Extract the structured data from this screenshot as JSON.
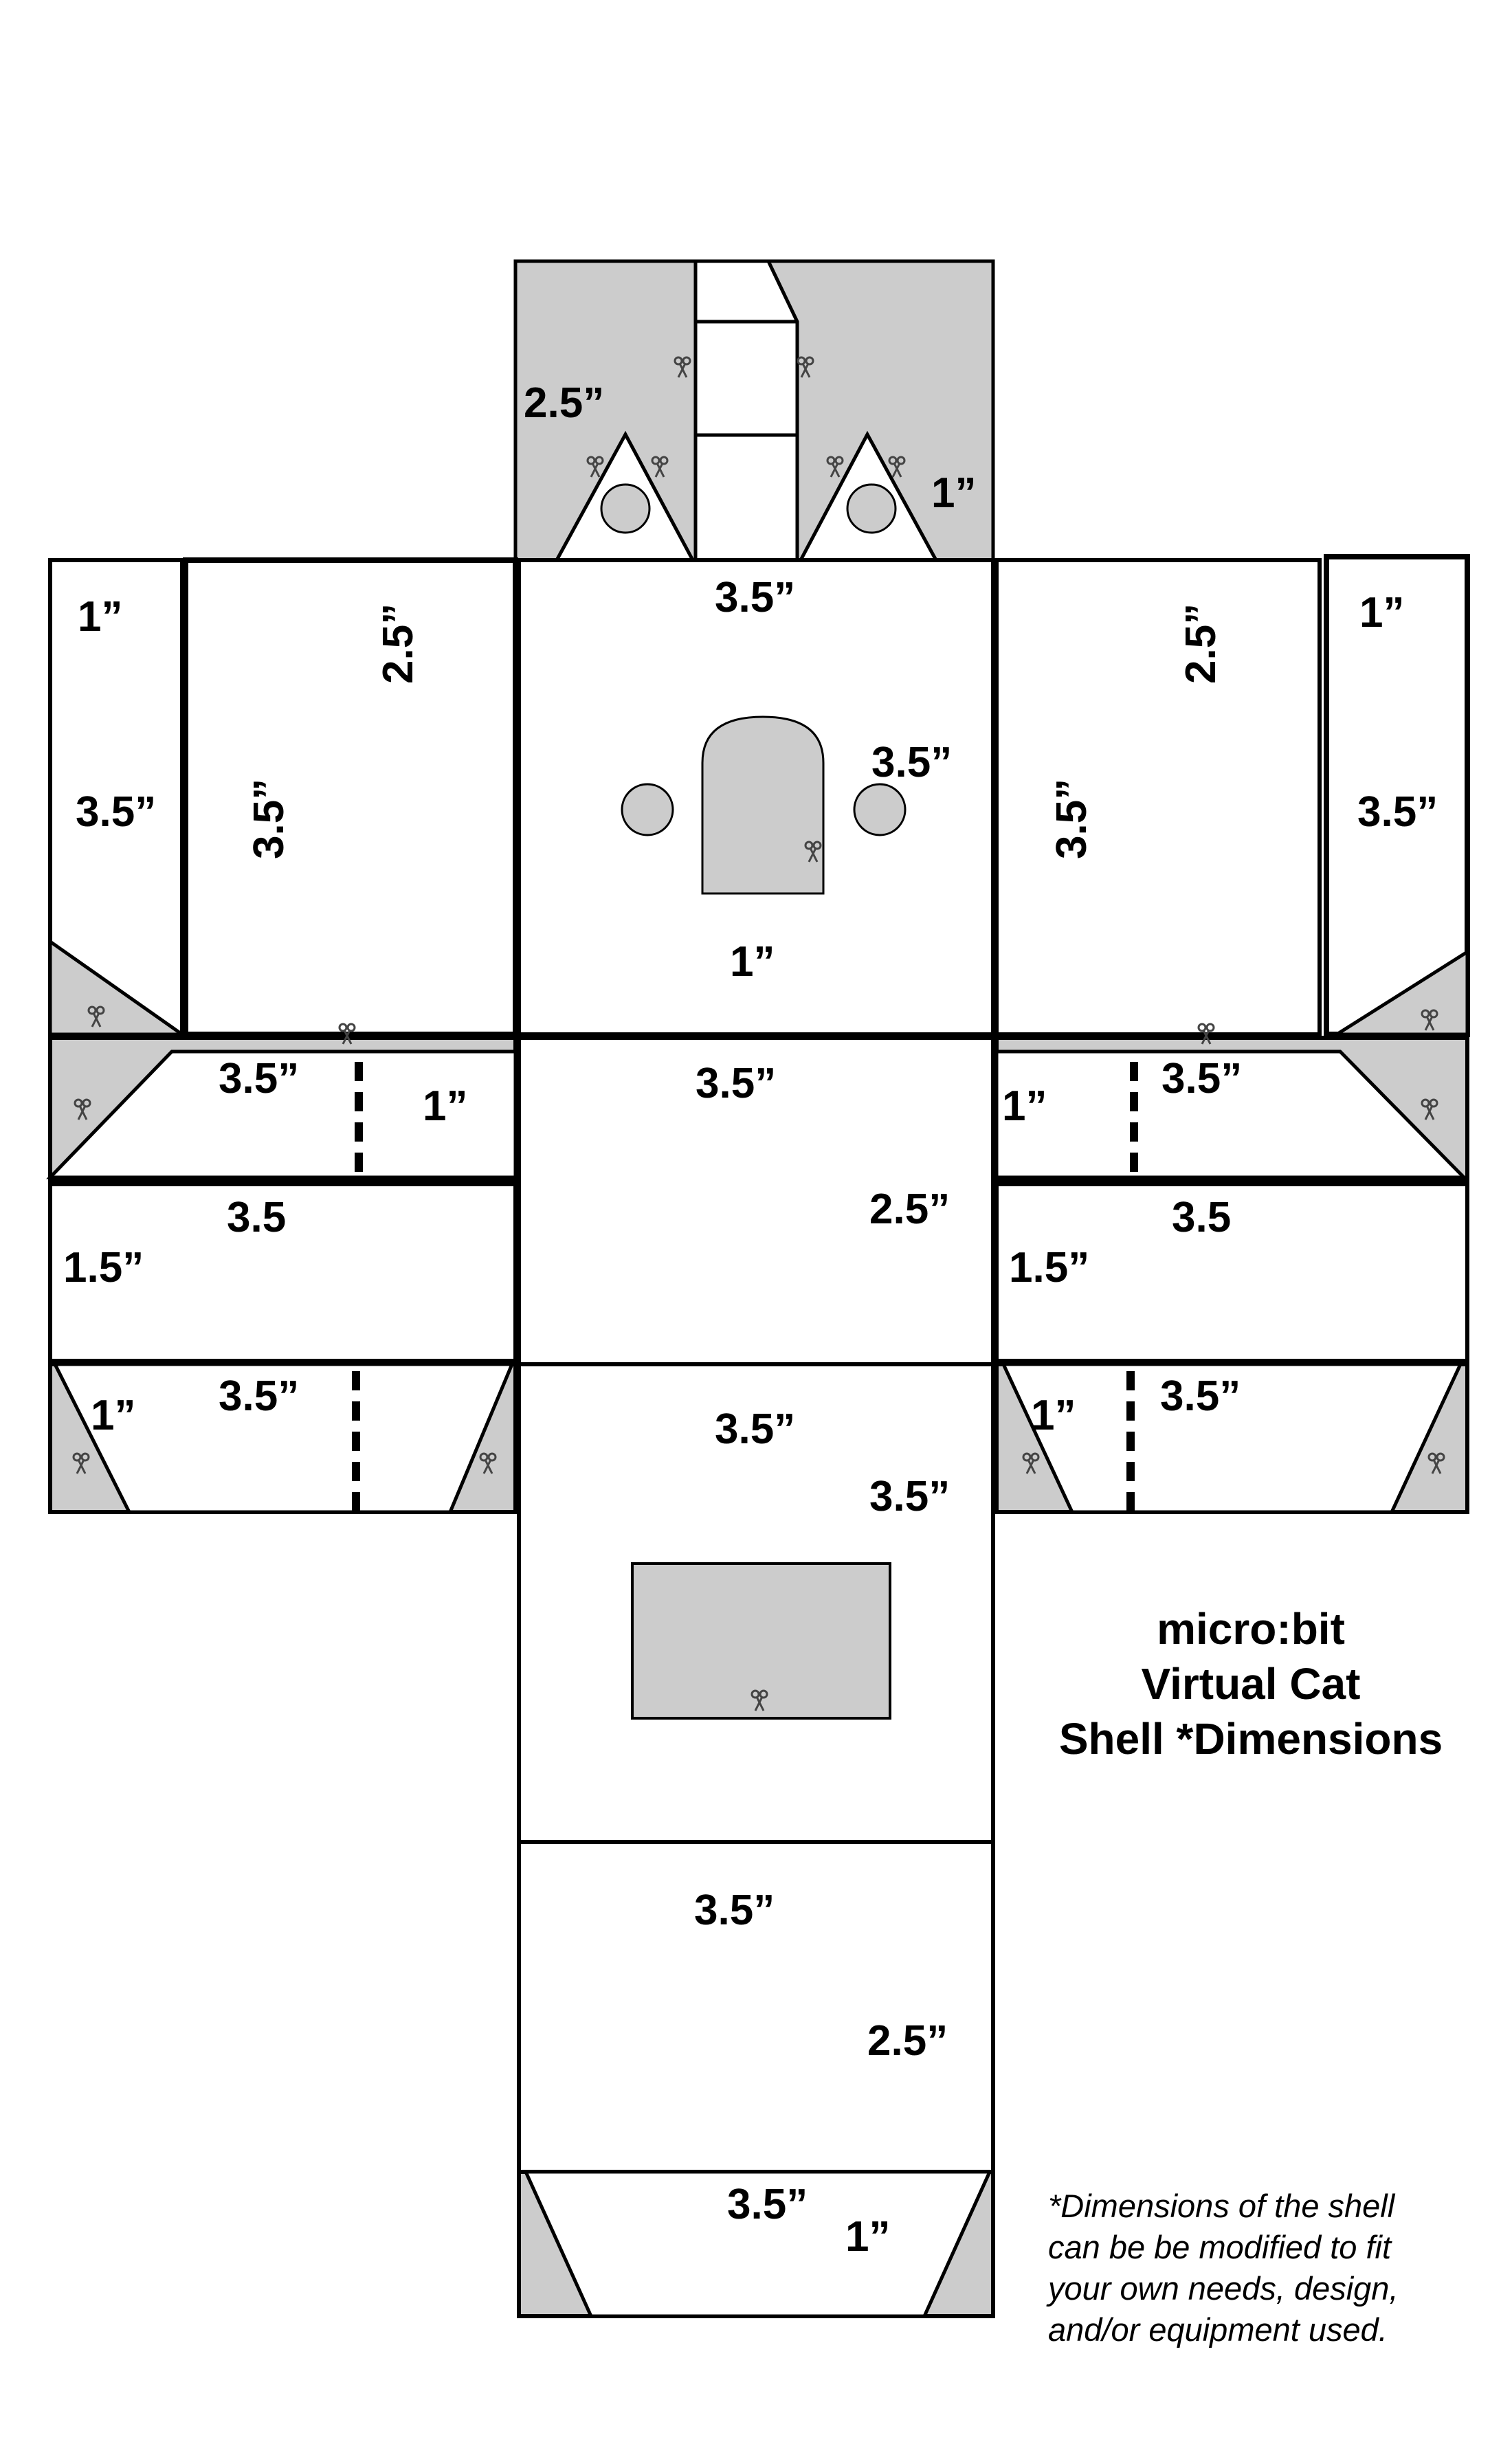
{
  "title": {
    "lines": [
      "micro:bit",
      "Virtual Cat",
      "Shell *Dimensions"
    ]
  },
  "note": {
    "lines": [
      "*Dimensions of the shell",
      "can be be modified to fit",
      "your own needs, design,",
      "and/or equipment used."
    ]
  },
  "labels": {
    "top_flap_side": "2.5”",
    "top_flap_width": "1”",
    "face_top": "3.5”",
    "face_right": "3.5”",
    "face_bottom": "1”",
    "left_strip_width": "1”",
    "left_strip_height": "3.5”",
    "left_panel_side": "3.5”",
    "left_panel_height": "2.5”",
    "right_panel_side": "3.5”",
    "right_panel_height": "2.5”",
    "right_strip_width": "1”",
    "right_strip_height": "3.5”",
    "left_upper_flap_width": "3.5”",
    "left_upper_flap_depth": "1”",
    "right_upper_flap_depth": "1”",
    "right_upper_flap_width": "3.5”",
    "top_panel_width": "3.5”",
    "top_panel_depth": "2.5”",
    "left_side_width": "3.5",
    "left_side_height": "1.5”",
    "right_side_width": "3.5",
    "right_side_height": "1.5”",
    "left_lower_flap_depth": "1”",
    "left_lower_flap_width": "3.5”",
    "right_lower_flap_depth": "1”",
    "right_lower_flap_width": "3.5”",
    "back_width": "3.5”",
    "back_height": "3.5”",
    "bottom_panel_width": "3.5”",
    "bottom_panel_depth": "2.5”",
    "bottom_flap_width": "3.5”",
    "bottom_flap_depth": "1”"
  },
  "colors": {
    "outline": "#000000",
    "cutout_fill": "#cccccc",
    "paper": "#ffffff"
  }
}
